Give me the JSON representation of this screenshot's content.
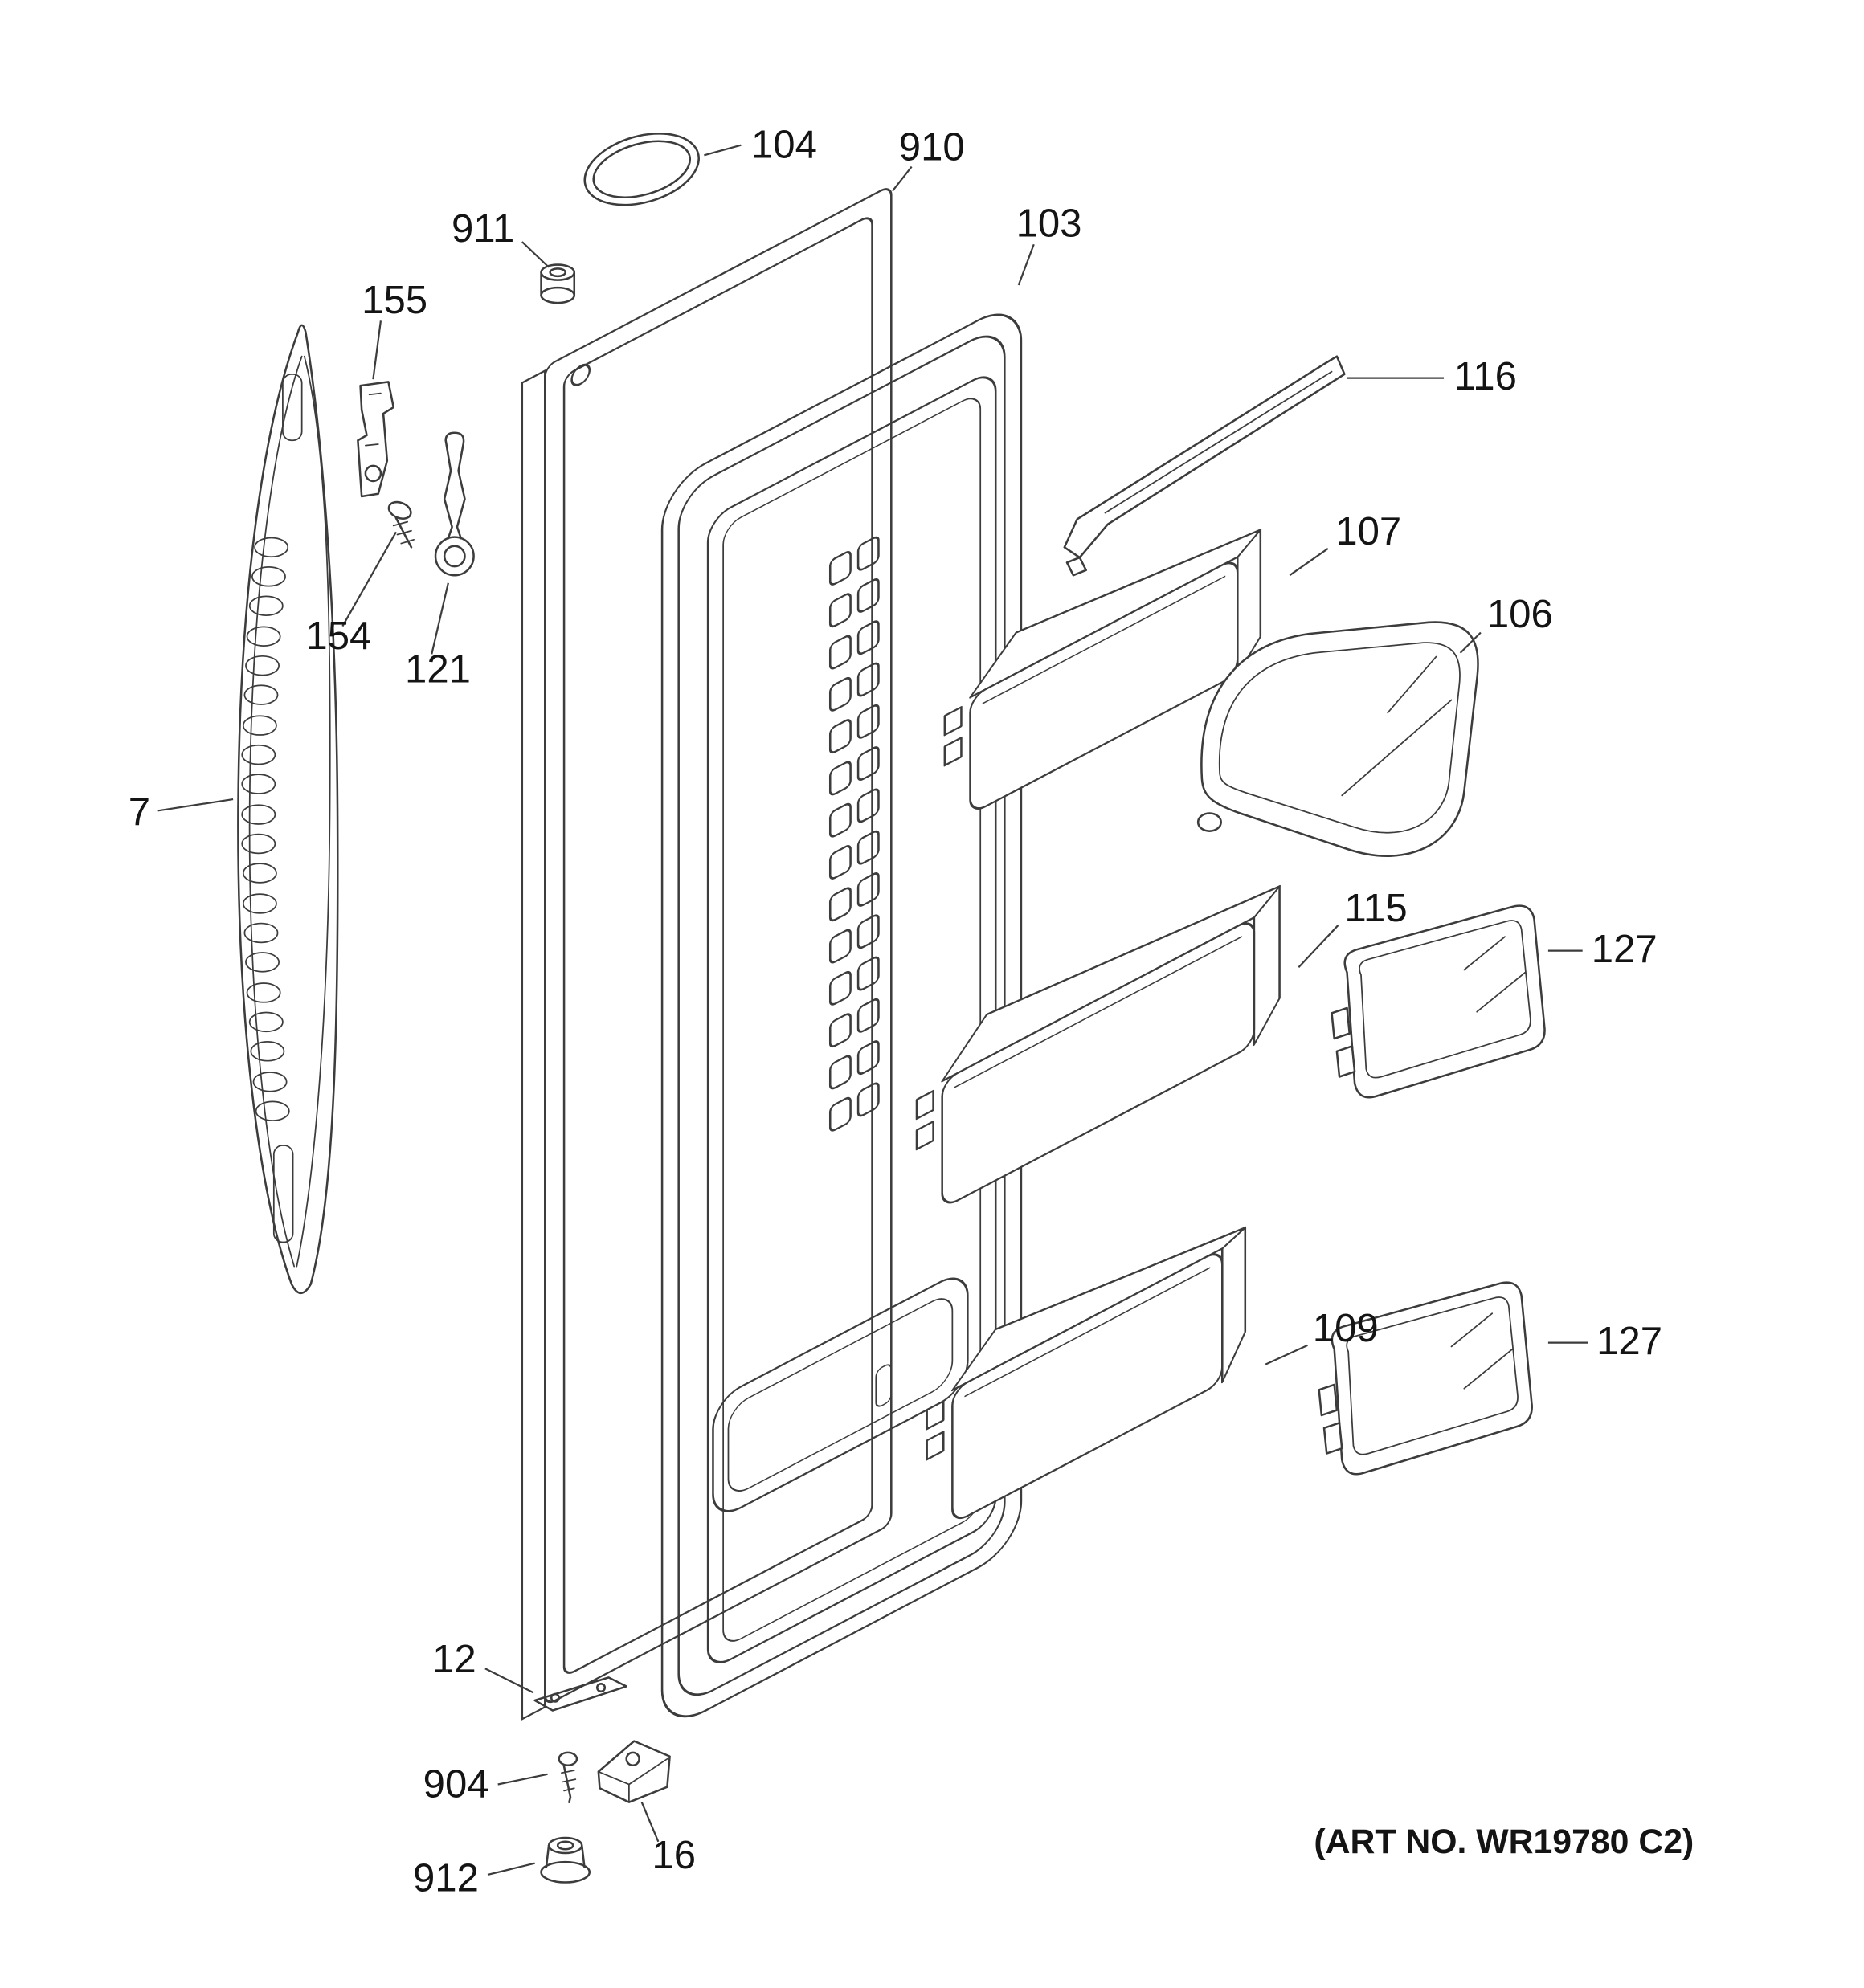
{
  "diagram": {
    "art_no": "(ART NO. WR19780 C2)",
    "callouts": {
      "c7": "7",
      "c12": "12",
      "c16": "16",
      "c103": "103",
      "c104": "104",
      "c106": "106",
      "c107": "107",
      "c109": "109",
      "c115": "115",
      "c116": "116",
      "c121": "121",
      "c127_upper": "127",
      "c127_lower": "127",
      "c154": "154",
      "c155": "155",
      "c904": "904",
      "c910": "910",
      "c911": "911",
      "c912": "912"
    }
  }
}
